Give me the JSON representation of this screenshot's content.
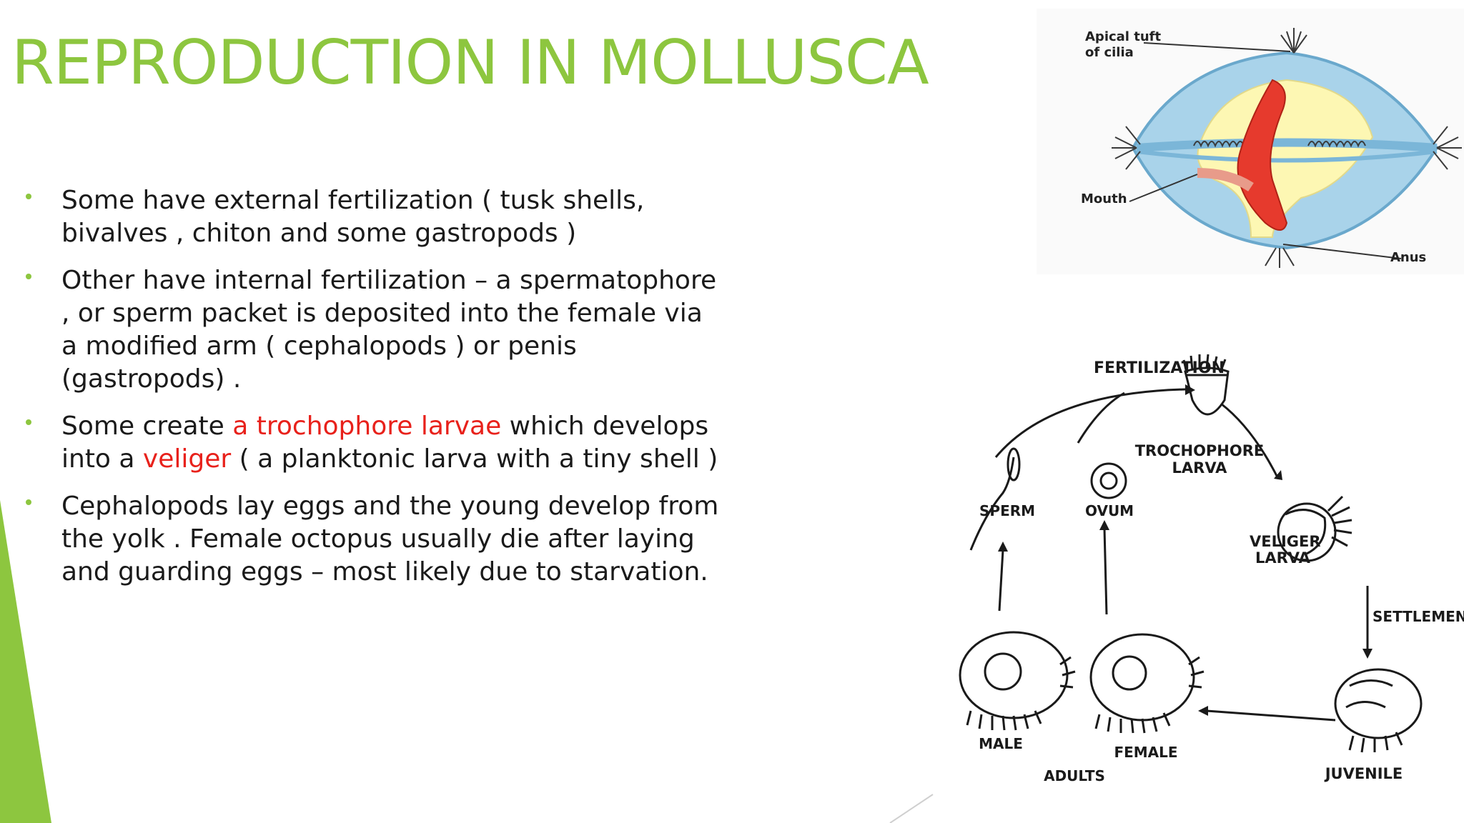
{
  "slide": {
    "title": "REPRODUCTION IN MOLLUSCA",
    "bullets": [
      {
        "text": "Some have external fertilization ( tusk shells, bivalves , chiton and some gastropods )"
      },
      {
        "text": "Other have internal fertilization – a spermatophore , or sperm packet is deposited into the female via a modified arm ( cephalopods ) or penis (gastropods)  ."
      },
      {
        "pre": "Some create ",
        "hl1": "a trochophore larvae",
        "mid": " which develops into a ",
        "hl2": "veliger",
        "post": " ( a planktonic larva with a tiny shell )"
      },
      {
        "text": "Cephalopods lay eggs and the young develop from the yolk . Female octopus usually die after laying and guarding eggs – most likely due to starvation."
      }
    ],
    "colors": {
      "title": "#8DC63F",
      "accent": "#8DC63F",
      "highlight": "#E8211B",
      "text": "#1A1A1A"
    }
  },
  "trochophore_figure": {
    "labels": {
      "apical_tuft": "Apical tuft",
      "of_cilia": "of cilia",
      "mouth": "Mouth",
      "anus": "Anus"
    }
  },
  "life_cycle_figure": {
    "labels": {
      "fertilization": "FERTILIZATION",
      "trochophore": "TROCHOPHORE",
      "trochophore_larva": "LARVA",
      "veliger": "VELIGER",
      "veliger_larva": "LARVA",
      "settlement": "SETTLEMENT",
      "juvenile": "JUVENILE",
      "sperm": "SPERM",
      "ovum": "OVUM",
      "male": "MALE",
      "female": "FEMALE",
      "adults": "ADULTS"
    }
  }
}
